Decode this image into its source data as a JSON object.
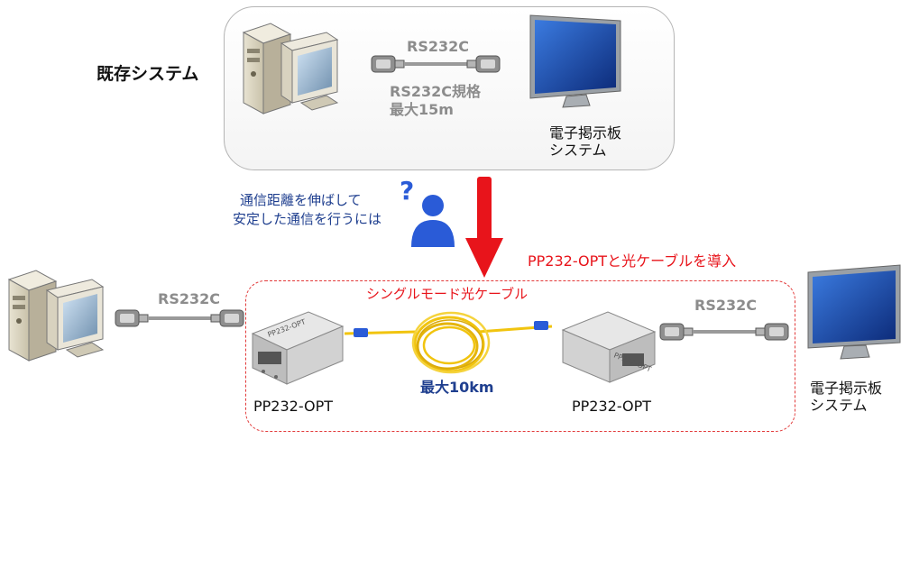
{
  "existing_system": {
    "label": "既存システム",
    "cable_label": "RS232C",
    "spec_line1": "RS232C規格",
    "spec_line2": "最大15m",
    "display_label_line1": "電子掲示板",
    "display_label_line2": "システム"
  },
  "question": {
    "symbol": "?",
    "line1": "通信距離を伸ばして",
    "line2": "安定した通信を行うには"
  },
  "solution_label": "PP232-OPTと光ケーブルを導入",
  "new_system": {
    "left_cable_label": "RS232C",
    "right_cable_label": "RS232C",
    "fiber_label": "シングルモード光ケーブル",
    "distance_label": "最大10km",
    "converter_left_label": "PP232-OPT",
    "converter_right_label": "PP232-OPT",
    "device_text": "PP232-OPT",
    "display_label_line1": "電子掲示板",
    "display_label_line2": "システム"
  },
  "colors": {
    "red": "#e8141b",
    "blue_text": "#1f3f8f",
    "gray_text": "#8c8c8c",
    "fiber": "#f1c40f",
    "person": "#2a5bd7"
  }
}
